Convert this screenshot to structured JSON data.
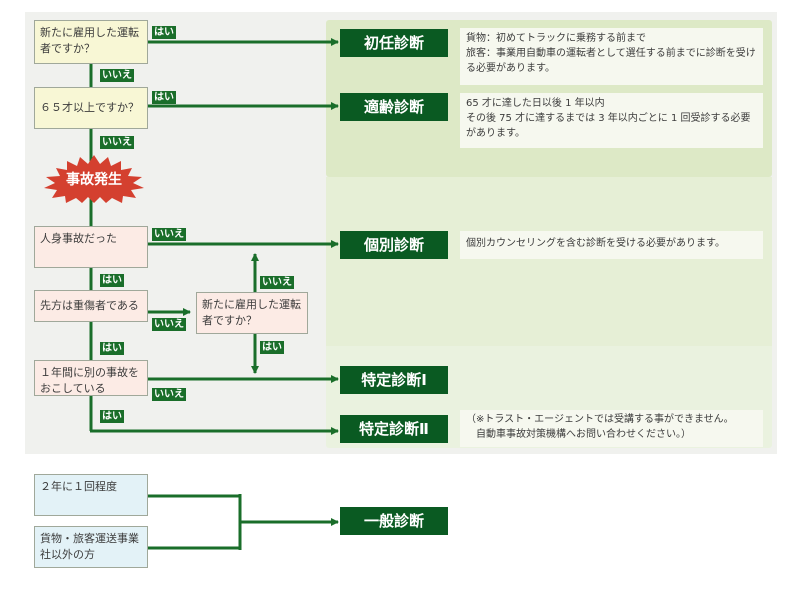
{
  "questions": {
    "q1": "新たに雇用した運転者ですか？",
    "q2": "６５才以上ですか？",
    "q3": "人身事故だった",
    "q4": "先方は重傷者である",
    "q5": "新たに雇用した運転者ですか？",
    "q6": "１年間に別の事故をおこしている",
    "g1": "２年に１回程度",
    "g2": "貨物・旅客運送事業社以外の方"
  },
  "accident": "事故発生",
  "labels": {
    "yes": "はい",
    "no": "いいえ"
  },
  "diagnoses": {
    "d1": "初任診断",
    "d2": "適齢診断",
    "d3": "個別診断",
    "d4": "特定診断Ⅰ",
    "d5": "特定診断Ⅱ",
    "d6": "一般診断"
  },
  "descriptions": {
    "d1_line1": "貨物：初めてトラックに乗務する前まで",
    "d1_line2": "旅客：事業用自動車の運転者として選任する前までに診断を受ける必要があります。",
    "d2_line1": "65 才に達した日以後 1 年以内",
    "d2_line2": "その後 75 才に達するまでは 3 年以内ごとに 1 回受診する必要があります。",
    "d3": "個別カウンセリングを含む診断を受ける必要があります。",
    "d5_line1": "（※トラスト・エージェントでは受講する事ができません。",
    "d5_line2": "自動車事故対策機構へお問い合わせください。）"
  },
  "colors": {
    "accent": "#0a5a22",
    "line": "#1a6e2a",
    "burst": "#d4402f"
  }
}
